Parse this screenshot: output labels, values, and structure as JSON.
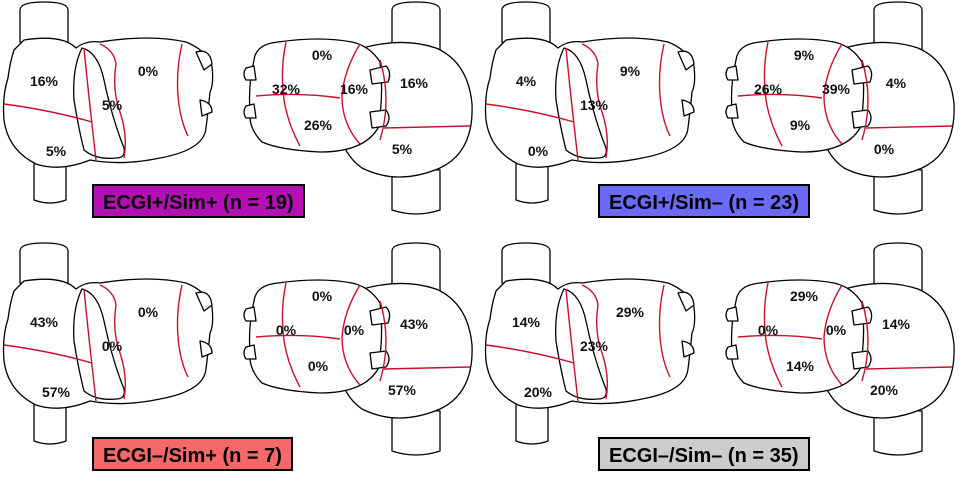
{
  "panels": [
    {
      "label": "ECGI+/Sim+ (n = 19)",
      "label_color": "#b40fb4",
      "left": {
        "upper": "16%",
        "lower": "5%",
        "septal": "5%",
        "lateral": "0%"
      },
      "right": {
        "left_region": "32%",
        "top_region": "0%",
        "bottom_region": "26%",
        "mid_region": "16%",
        "upper": "16%",
        "lower": "5%"
      }
    },
    {
      "label": "ECGI+/Sim– (n = 23)",
      "label_color": "#6a6af5",
      "left": {
        "upper": "4%",
        "lower": "0%",
        "septal": "13%",
        "lateral": "9%"
      },
      "right": {
        "left_region": "26%",
        "top_region": "9%",
        "bottom_region": "9%",
        "mid_region": "39%",
        "upper": "4%",
        "lower": "0%"
      }
    },
    {
      "label": "ECGI–/Sim+ (n = 7)",
      "label_color": "#f56868",
      "left": {
        "upper": "43%",
        "lower": "57%",
        "septal": "0%",
        "lateral": "0%"
      },
      "right": {
        "left_region": "0%",
        "top_region": "0%",
        "bottom_region": "0%",
        "mid_region": "0%",
        "upper": "43%",
        "lower": "57%"
      }
    },
    {
      "label": "ECGI–/Sim– (n = 35)",
      "label_color": "#cccccc",
      "left": {
        "upper": "14%",
        "lower": "20%",
        "septal": "23%",
        "lateral": "29%"
      },
      "right": {
        "left_region": "0%",
        "top_region": "29%",
        "bottom_region": "14%",
        "mid_region": "0%",
        "upper": "14%",
        "lower": "20%"
      }
    }
  ]
}
